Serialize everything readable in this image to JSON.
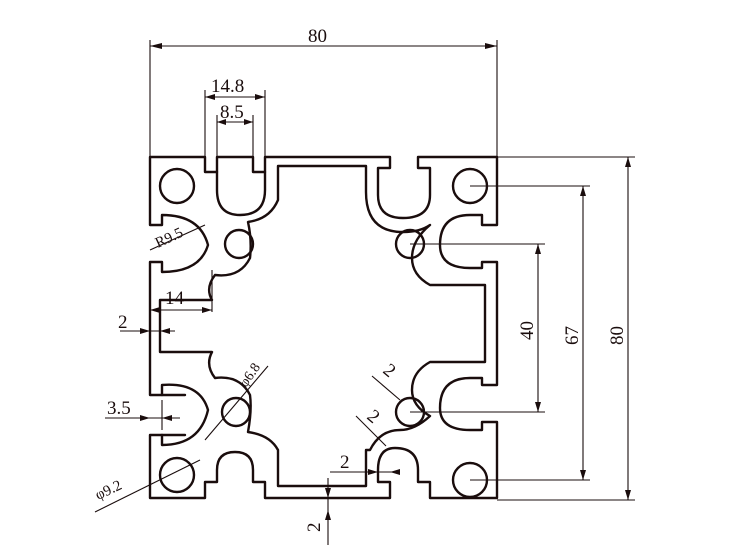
{
  "drawing": {
    "colors": {
      "line": "#1a0d0d",
      "background": "#ffffff"
    },
    "dimensions": {
      "overall_width": "80",
      "slot_width": "14.8",
      "slot_opening": "8.5",
      "corner_radius": "R9.5",
      "slot_depth": "14",
      "wall_left": "2",
      "lip_thickness": "3.5",
      "center_hole": "φ6.8",
      "corner_hole": "φ9.2",
      "bottom_wall": "2",
      "inner_wall": "2",
      "diag_wall_1": "2",
      "diag_wall_2": "2",
      "hole_spacing_inner": "40",
      "hole_spacing_outer": "67",
      "overall_height": "80"
    }
  }
}
